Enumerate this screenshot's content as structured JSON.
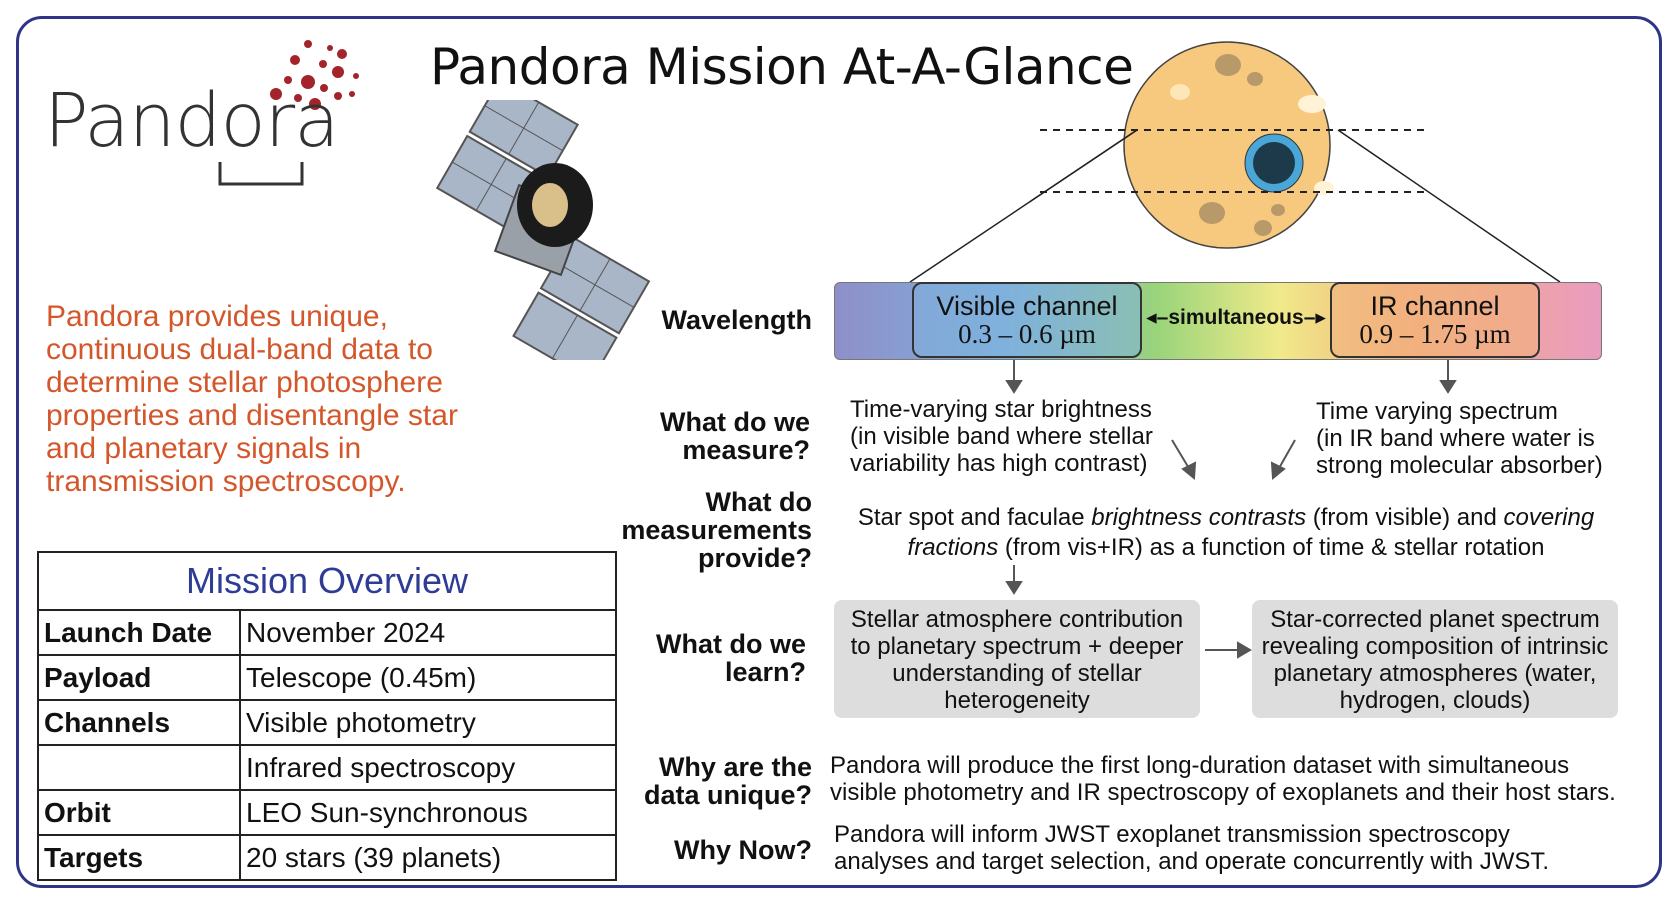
{
  "title": "Pandora Mission At-A-Glance",
  "logo_text": "Pandora",
  "tagline": "Pandora provides unique, continuous dual-band data to determine stellar photosphere properties and disentangle star and planetary signals in transmission spectroscopy.",
  "overview": {
    "heading": "Mission Overview",
    "rows": [
      {
        "key": "Launch Date",
        "value": "November 2024"
      },
      {
        "key": "Payload",
        "value": "Telescope (0.45m)"
      },
      {
        "key": "Channels",
        "value": "Visible photometry"
      },
      {
        "key": "",
        "value": "Infrared spectroscopy"
      },
      {
        "key": "Orbit",
        "value": "LEO Sun-synchronous"
      },
      {
        "key": "Targets",
        "value": "20 stars (39 planets)"
      }
    ]
  },
  "wavelength": {
    "label": "Wavelength",
    "visible_title": "Visible channel",
    "visible_range": "0.3 – 0.6 µm",
    "simultaneous": "simultaneous",
    "ir_title": "IR channel",
    "ir_range": "0.9 – 1.75 µm"
  },
  "measure": {
    "label_line1": "What do we",
    "label_line2": "measure?",
    "left_lines": [
      "Time-varying star brightness",
      "(in visible band where stellar",
      "variability has high contrast)"
    ],
    "right_lines": [
      "Time varying spectrum",
      "(in IR band where water is",
      "strong molecular absorber)"
    ]
  },
  "provide": {
    "label_line1": "What do",
    "label_line2": "measurements",
    "label_line3": "provide?",
    "line1_a": "Star spot and faculae ",
    "line1_b": "brightness contrasts",
    "line1_c": " (from visible) and ",
    "line1_d": "covering",
    "line2_a": "fractions",
    "line2_b": " (from vis+IR) as a function of time & stellar rotation"
  },
  "learn": {
    "label_line1": "What do we",
    "label_line2": "learn?",
    "left_lines": [
      "Stellar atmosphere contribution",
      "to planetary spectrum + deeper",
      "understanding of stellar",
      "heterogeneity"
    ],
    "right_lines": [
      "Star-corrected planet spectrum",
      "revealing composition of intrinsic",
      "planetary atmospheres (water,",
      "hydrogen, clouds)"
    ]
  },
  "unique": {
    "label_line1": "Why are the",
    "label_line2": "data unique?",
    "lines": [
      "Pandora will produce the first long-duration dataset with simultaneous",
      "visible photometry and IR spectroscopy of exoplanets and their host stars."
    ]
  },
  "now": {
    "label": "Why Now?",
    "lines": [
      "Pandora will inform JWST exoplanet transmission spectroscopy",
      "analyses and target selection, and operate concurrently with JWST."
    ]
  },
  "colors": {
    "frame": "#2e3586",
    "tagline": "#d4572b",
    "overview_heading": "#2e3c96",
    "logo_dots": "#a3242a",
    "star": "#f7c97e",
    "planet": "#1d3a4a",
    "planet_ring": "#4aa6d6"
  },
  "icons": [
    "satellite-illustration",
    "star-with-transiting-planet",
    "pandora-logo"
  ]
}
